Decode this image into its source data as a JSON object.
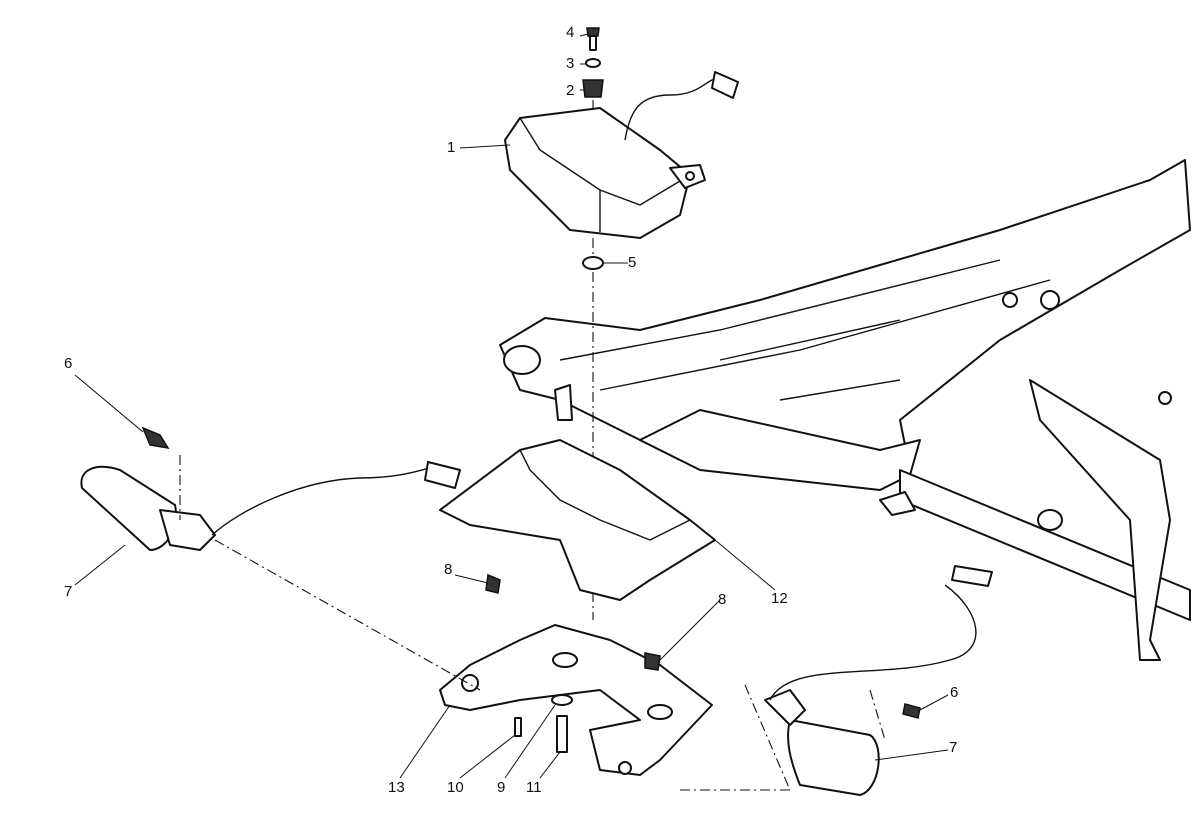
{
  "diagram": {
    "type": "exploded-parts-view",
    "callouts": [
      {
        "id": "c4",
        "label": "4"
      },
      {
        "id": "c3",
        "label": "3"
      },
      {
        "id": "c2",
        "label": "2"
      },
      {
        "id": "c1",
        "label": "1"
      },
      {
        "id": "c5",
        "label": "5"
      },
      {
        "id": "c6a",
        "label": "6"
      },
      {
        "id": "c7a",
        "label": "7"
      },
      {
        "id": "c8a",
        "label": "8"
      },
      {
        "id": "c12",
        "label": "12"
      },
      {
        "id": "c8b",
        "label": "8"
      },
      {
        "id": "c13",
        "label": "13"
      },
      {
        "id": "c10",
        "label": "10"
      },
      {
        "id": "c9",
        "label": "9"
      },
      {
        "id": "c11",
        "label": "11"
      },
      {
        "id": "c6b",
        "label": "6"
      },
      {
        "id": "c7b",
        "label": "7"
      }
    ]
  }
}
